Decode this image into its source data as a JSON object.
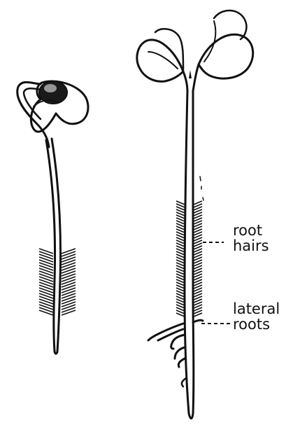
{
  "labels": {
    "root_hairs": [
      "root",
      "hairs"
    ],
    "lateral_roots": [
      "lateral",
      "roots"
    ]
  },
  "colors": {
    "ink": "#111111",
    "paper": "#ffffff"
  }
}
